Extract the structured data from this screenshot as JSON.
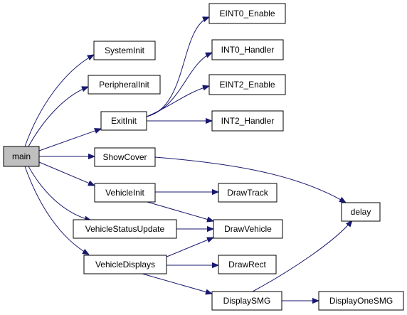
{
  "colors": {
    "edge": "#191970",
    "node_fill": "#ffffff",
    "root_fill": "#bfbfbf",
    "border": "#000000"
  },
  "nodes": {
    "main": "main",
    "SystemInit": "SystemInit",
    "PeripheralInit": "PeripheralInit",
    "ExitInit": "ExitInit",
    "ShowCover": "ShowCover",
    "VehicleInit": "VehicleInit",
    "VehicleStatusUpdate": "VehicleStatusUpdate",
    "VehicleDisplays": "VehicleDisplays",
    "EINT0_Enable": "EINT0_Enable",
    "INT0_Handler": "INT0_Handler",
    "EINT2_Enable": "EINT2_Enable",
    "INT2_Handler": "INT2_Handler",
    "DrawTrack": "DrawTrack",
    "DrawVehicle": "DrawVehicle",
    "DrawRect": "DrawRect",
    "DisplaySMG": "DisplaySMG",
    "delay": "delay",
    "DisplayOneSMG": "DisplayOneSMG"
  },
  "edges": [
    [
      "main",
      "SystemInit"
    ],
    [
      "main",
      "PeripheralInit"
    ],
    [
      "main",
      "ExitInit"
    ],
    [
      "main",
      "ShowCover"
    ],
    [
      "main",
      "VehicleInit"
    ],
    [
      "main",
      "VehicleStatusUpdate"
    ],
    [
      "main",
      "VehicleDisplays"
    ],
    [
      "ExitInit",
      "EINT0_Enable"
    ],
    [
      "ExitInit",
      "INT0_Handler"
    ],
    [
      "ExitInit",
      "EINT2_Enable"
    ],
    [
      "ExitInit",
      "INT2_Handler"
    ],
    [
      "ShowCover",
      "delay"
    ],
    [
      "VehicleInit",
      "DrawTrack"
    ],
    [
      "VehicleInit",
      "DrawVehicle"
    ],
    [
      "VehicleStatusUpdate",
      "DrawVehicle"
    ],
    [
      "VehicleDisplays",
      "DrawVehicle"
    ],
    [
      "VehicleDisplays",
      "DrawRect"
    ],
    [
      "VehicleDisplays",
      "DisplaySMG"
    ],
    [
      "DisplaySMG",
      "delay"
    ],
    [
      "DisplaySMG",
      "DisplayOneSMG"
    ]
  ]
}
